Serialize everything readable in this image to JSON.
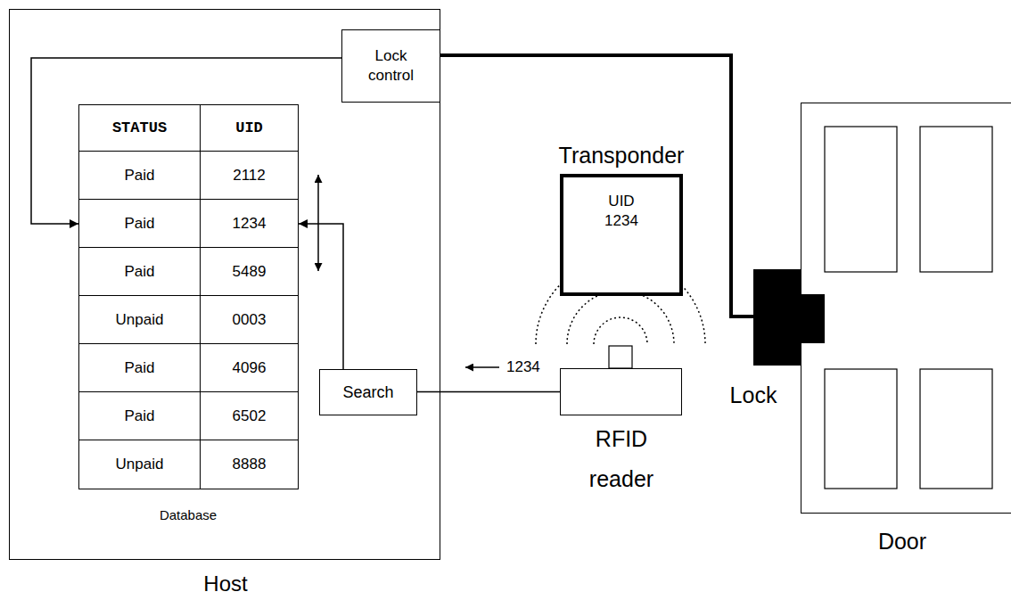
{
  "diagram": {
    "nodes": [
      {
        "text": [
          "Host"
        ]
      },
      {
        "text": [
          "Lock control"
        ],
        "in": 0
      },
      {
        "text": [
          "Database"
        ],
        "in": 0
      },
      {
        "text": [
          "Search"
        ],
        "in": 0
      },
      {
        "text": [
          "Transponder",
          "UID 1234"
        ]
      },
      {
        "text": [
          "RFID reader"
        ]
      },
      {
        "text": [
          "Lock"
        ]
      },
      {
        "text": [
          "Door"
        ]
      }
    ],
    "edges": [
      {
        "from": 5,
        "to": 3,
        "label": "1234",
        "arrow": "none"
      },
      {
        "from": 3,
        "to": 2,
        "arrow": "to"
      },
      {
        "from": 1,
        "to": 2,
        "arrow": "to"
      },
      {
        "from": 1,
        "to": 6,
        "arrow": "none"
      }
    ],
    "labels": [
      "STATUS",
      "UID",
      "Paid",
      "2112",
      "Paid",
      "1234",
      "Paid",
      "5489",
      "Unpaid",
      "0003",
      "Paid",
      "4096",
      "Paid",
      "6502",
      "Unpaid",
      "8888"
    ]
  }
}
